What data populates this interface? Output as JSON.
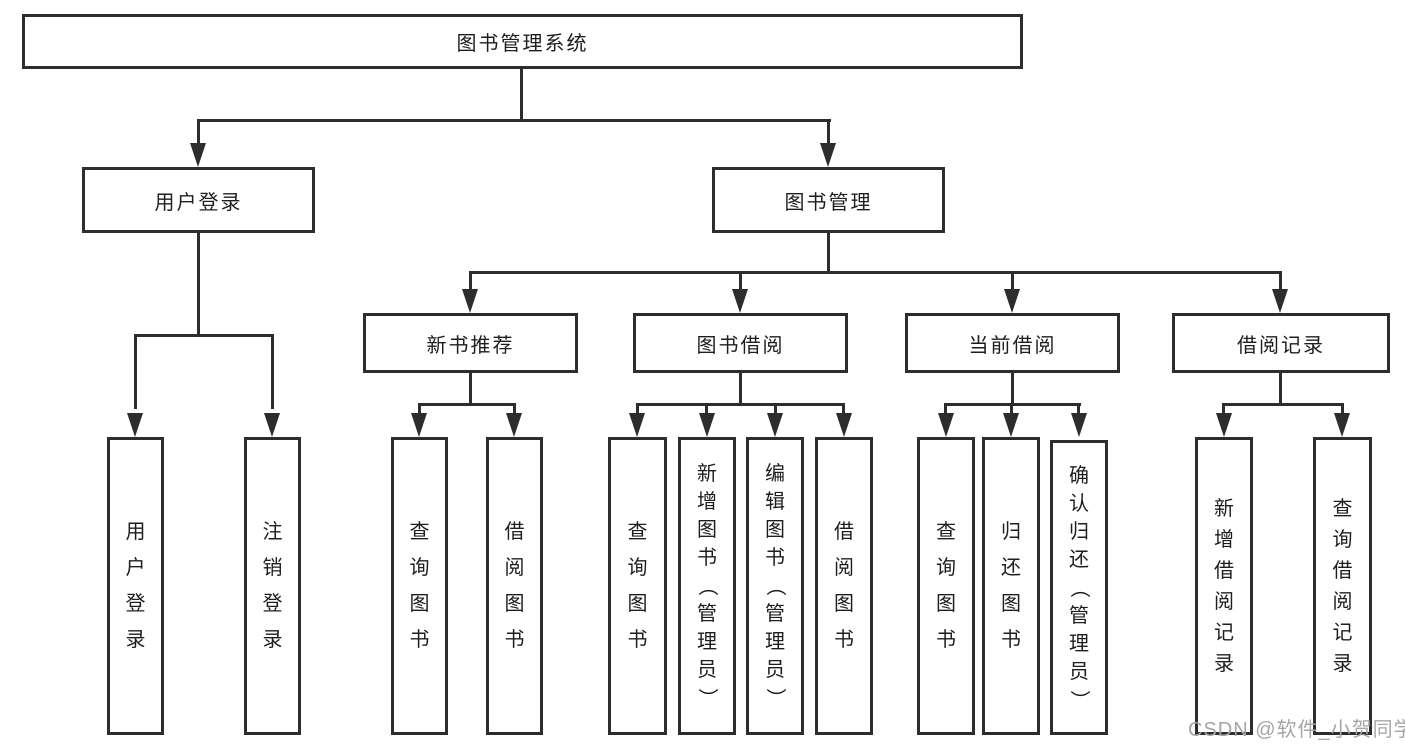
{
  "colors": {
    "line": "#2d2d2d",
    "text": "#1e1e1e",
    "watermark": "#a6a6a6",
    "background": "#ffffff"
  },
  "watermark": "CSDN @软件_小贺同学",
  "tree": {
    "root": {
      "label": "图书管理系统"
    },
    "branches": [
      {
        "label": "用户登录",
        "children": [
          {
            "label": "用户登录"
          },
          {
            "label": "注销登录"
          }
        ]
      },
      {
        "label": "图书管理",
        "children": [
          {
            "label": "新书推荐",
            "children": [
              {
                "label": "查询图书"
              },
              {
                "label": "借阅图书"
              }
            ]
          },
          {
            "label": "图书借阅",
            "children": [
              {
                "label": "查询图书"
              },
              {
                "label": "新增图书（管理员）"
              },
              {
                "label": "编辑图书（管理员）"
              },
              {
                "label": "借阅图书"
              }
            ]
          },
          {
            "label": "当前借阅",
            "children": [
              {
                "label": "查询图书"
              },
              {
                "label": "归还图书"
              },
              {
                "label": "确认归还（管理员）"
              }
            ]
          },
          {
            "label": "借阅记录",
            "children": [
              {
                "label": "新增借阅记录"
              },
              {
                "label": "查询借阅记录"
              }
            ]
          }
        ]
      }
    ]
  }
}
